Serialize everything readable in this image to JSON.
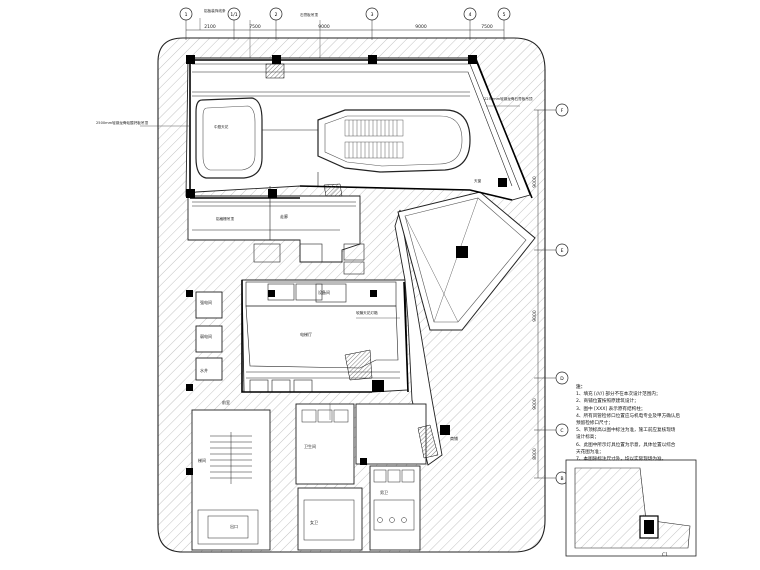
{
  "grid_labels": {
    "top": [
      "1",
      "1/1",
      "2",
      "3",
      "4",
      "5"
    ],
    "right": [
      "F",
      "E",
      "D",
      "C",
      "B"
    ]
  },
  "room_labels": [
    "梯间",
    "前室",
    "电梯厅",
    "卫生间",
    "男卫",
    "女卫",
    "商铺",
    "走廊",
    "设备间",
    "强电间",
    "弱电间",
    "水井",
    "出口"
  ],
  "callouts": [
    "2500mm轻钢龙骨硅酸钙板吊顶",
    "铝板装饰线条",
    "石膏板吊顶",
    "2250mm轻钢龙骨石膏板吊顶",
    "软膜天花灯箱",
    "铝格栅吊顶",
    "中庭天花",
    "天窗"
  ],
  "dims_top": [
    "2100",
    "7500",
    "9000",
    "9000",
    "7500"
  ],
  "dims_right": [
    "9000",
    "9000",
    "9000",
    "8000"
  ],
  "notes": {
    "title": "注：",
    "lines": [
      "1、填充 [////] 部分不在本次设计范围内；",
      "2、商铺位置按照原建筑设计；",
      "3、图中 [XXX] 表示原有结构柱；",
      "4、所有风管检修口位置应与机电专业及甲方确认后",
      "   预留检修口尺寸；",
      "5、吊顶标高以图中标注为准，施工前应复核现场",
      "   设计标高；",
      "6、此图中所示灯具位置为示意，具体位置以综合",
      "   天花图为准；",
      "7、本图除标注尺寸外，均以实际现场为准。"
    ]
  },
  "keyplan_label": "C1"
}
